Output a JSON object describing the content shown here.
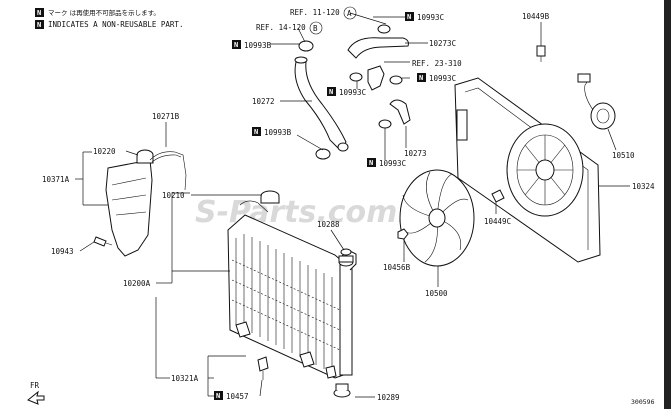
{
  "legend": {
    "symbol": "N",
    "line_jp": "マーク は再使用不可部品を示します。",
    "line_en": "INDICATES A NON-REUSABLE PART."
  },
  "refs": {
    "ref1": "REF. 11-120",
    "ref1_circle": "A",
    "ref2": "REF. 14-120",
    "ref2_circle": "B",
    "ref3": "REF. 23-310"
  },
  "parts": {
    "p10993C_top": "10993C",
    "p10273C": "10273C",
    "p10449B": "10449B",
    "p10993B_top": "10993B",
    "p10993C_mid": "10993C",
    "p10993C_right": "10993C",
    "p10272": "10272",
    "p10993B_mid": "10993B",
    "p10273": "10273",
    "p10993C_low": "10993C",
    "p10271B": "10271B",
    "p10220": "10220",
    "p10371A": "10371A",
    "p10210": "10210",
    "p10943": "10943",
    "p10288": "10288",
    "p10200A": "10200A",
    "p10321A": "10321A",
    "p10457": "10457",
    "p10289": "10289",
    "p10456B": "10456B",
    "p10500": "10500",
    "p10449C": "10449C",
    "p10510": "10510",
    "p10324": "10324"
  },
  "nbox_label": "N",
  "fr_label": "FR",
  "watermark": "S-Parts.com.vn",
  "figure_code": "300596"
}
